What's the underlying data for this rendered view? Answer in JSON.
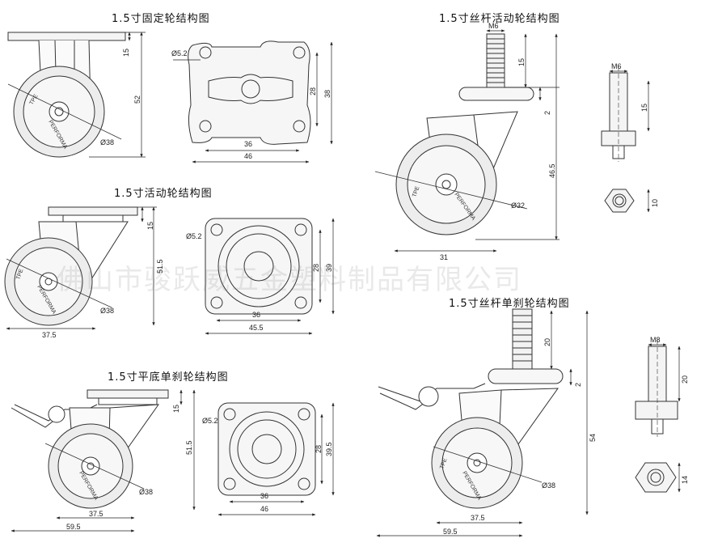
{
  "titles": {
    "fixed": "1.5寸固定轮结构图",
    "screw_swivel": "1.5寸丝杆活动轮结构图",
    "swivel": "1.5寸活动轮结构图",
    "screw_brake": "1.5寸丝杆单刹轮结构图",
    "flat_brake": "1.5寸平底单刹轮结构图"
  },
  "watermark": "佛山市骏跃威五金塑料制品有限公司",
  "wheel_text": {
    "brand": "PERFORMA",
    "material": "TPE"
  },
  "dims": {
    "fixed": {
      "plate_h": "15",
      "height": "52",
      "wheel_dia": "Ø38",
      "hole": "Ø5.2",
      "inner_v": "28",
      "outer_v": "38",
      "inner_h": "36",
      "outer_h": "46"
    },
    "swivel": {
      "plate_h": "15",
      "height": "51.5",
      "wheel_dia": "Ø38",
      "width": "37.5",
      "hole": "Ø5.2",
      "inner_v": "28",
      "outer_v": "39",
      "inner_h": "36",
      "outer_h": "45.5"
    },
    "flat_brake": {
      "plate_h": "15",
      "height": "51.5",
      "wheel_dia": "Ø38",
      "wheel_w": "37.5",
      "total_w": "59.5",
      "hole": "Ø5.2",
      "inner_v": "28",
      "outer_v": "39.5",
      "inner_h": "36",
      "outer_h": "46"
    },
    "screw_swivel": {
      "thread": "M6",
      "thread_len": "15",
      "collar": "2",
      "height": "46.5",
      "wheel_dia": "Ø32",
      "width": "31",
      "side_thread": "M6",
      "side_len": "15",
      "nut": "10"
    },
    "screw_brake": {
      "thread_len": "20",
      "collar": "2",
      "height": "54",
      "wheel_dia": "Ø38",
      "wheel_w": "37.5",
      "total_w": "59.5",
      "side_thread": "M8",
      "side_len": "20",
      "nut": "14"
    }
  }
}
